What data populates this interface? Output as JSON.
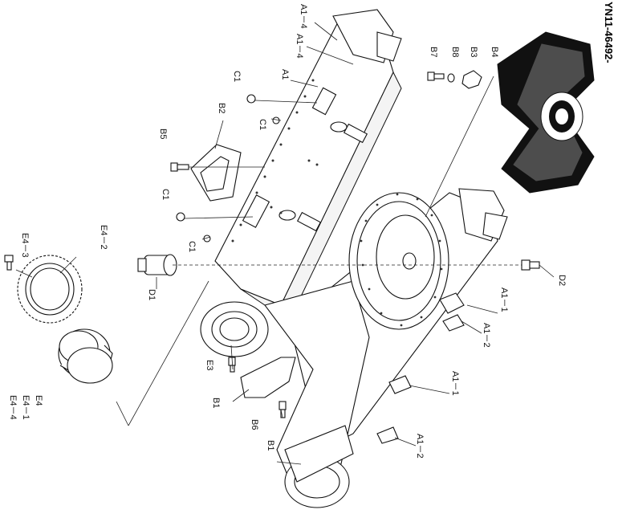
{
  "drawing": {
    "code": "YN11-46492-"
  },
  "callouts": {
    "a1_4_top": "A1－4",
    "a1_4b": "A1－4",
    "a1_top": "A1",
    "c1_a": "C1",
    "c1_b": "C1",
    "c1_c": "C1",
    "c1_d": "C1",
    "b2": "B2",
    "b5": "B5",
    "b7": "B7",
    "b8": "B8",
    "b3": "B3",
    "b4": "B4",
    "e4_2": "E4－2",
    "e4_3": "E4－3",
    "d1": "D1",
    "d2": "D2",
    "a1_1a": "A1－1",
    "a1_2a": "A1－2",
    "a1_1b": "A1－1",
    "a1_2b": "A1－2",
    "e3": "E3",
    "b1_a": "B1",
    "b6": "B6",
    "b1_b": "B1",
    "e4": "E4",
    "e4_1": "E4－1",
    "e4_4": "E4－4"
  }
}
